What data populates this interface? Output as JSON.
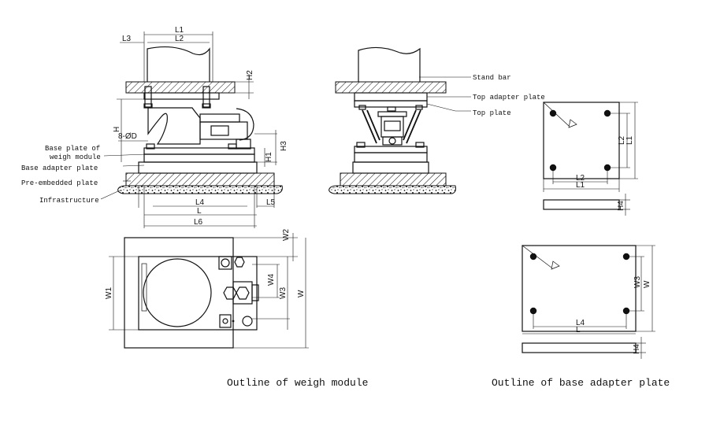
{
  "front_view": {
    "dims": {
      "L1": "L1",
      "L2": "L2",
      "L3": "L3",
      "H2": "H2",
      "H": "H",
      "D": "8-ØD",
      "H3": "H3",
      "H1": "H1",
      "L4": "L4",
      "L5": "L5",
      "L": "L",
      "L6": "L6"
    },
    "callouts": {
      "base_plate_1": "Base plate of",
      "base_plate_2": "weigh module",
      "base_adapter": "Base adapter plate",
      "pre_embedded": "Pre-embedded plate",
      "infrastructure": "Infrastructure"
    }
  },
  "side_view": {
    "callouts": {
      "stand_bar": "Stand bar",
      "top_adapter": "Top adapter plate",
      "top_plate": "Top plate"
    }
  },
  "plan_view": {
    "dims": {
      "W1": "W1",
      "W2": "W2",
      "W4": "W4",
      "W3": "W3",
      "W": "W"
    }
  },
  "top_adapter": {
    "dims": {
      "L2": "L2",
      "L1": "L1",
      "H4": "H4",
      "V2": "L2",
      "V1": "L1"
    }
  },
  "base_adapter": {
    "dims": {
      "W3": "W3",
      "W": "W",
      "L4": "L4",
      "L": "L",
      "H4": "H4"
    }
  },
  "captions": {
    "weigh_module": "Outline of weigh module",
    "base_adapter_plate": "Outline of base adapter plate"
  }
}
